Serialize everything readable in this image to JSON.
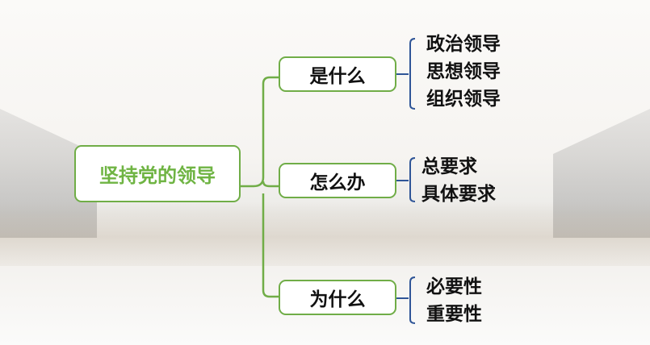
{
  "root": {
    "label": "坚持党的领导"
  },
  "branches": [
    {
      "label": "是什么",
      "items": [
        "政治领导",
        "思想领导",
        "组织领导"
      ]
    },
    {
      "label": "怎么办",
      "items": [
        "总要求",
        "具体要求"
      ]
    },
    {
      "label": "为什么",
      "items": [
        "必要性",
        "重要性"
      ]
    }
  ],
  "colors": {
    "green": "#70ad47",
    "blue": "#2f5597"
  }
}
